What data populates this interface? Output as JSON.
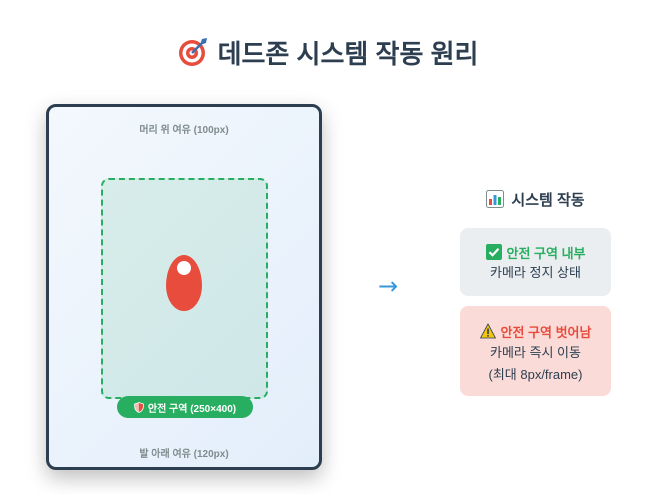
{
  "title": "데드존 시스템 작동 원리",
  "screen": {
    "top_margin_label": "머리 위 여유 (100px)",
    "bottom_margin_label": "발 아래 여유 (120px)",
    "safe_zone_label": "안전 구역 (250×400)"
  },
  "arrow": "→",
  "system": {
    "title": "시스템 작동",
    "inside": {
      "heading": "안전 구역 내부",
      "description": "카메라 정지 상태"
    },
    "outside": {
      "heading": "안전 구역 벗어남",
      "description": "카메라 즉시 이동",
      "note": "(최대 8px/frame)"
    }
  },
  "icons": {
    "title": "target-icon",
    "badge": "shield-icon",
    "system": "bar-chart-icon",
    "inside": "check-icon",
    "outside": "warning-icon"
  },
  "colors": {
    "safe_green": "#27ae60",
    "danger_red": "#e74c3c",
    "text_dark": "#2c3e50",
    "arrow_blue": "#3498db"
  }
}
